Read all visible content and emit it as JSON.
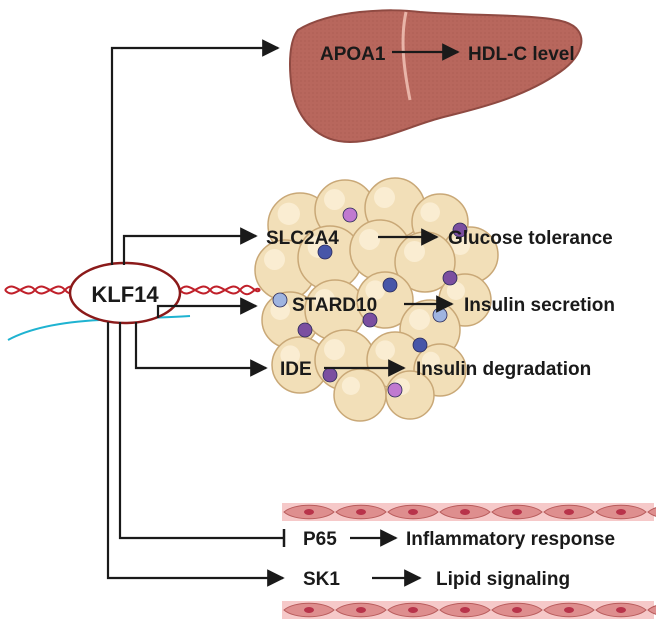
{
  "hub": {
    "label": "KLF14"
  },
  "liver": {
    "gene": "APOA1",
    "effect": "HDL-C level"
  },
  "adipose": {
    "pathways": [
      {
        "gene": "SLC2A4",
        "effect": "Glucose tolerance"
      },
      {
        "gene": "STARD10",
        "effect": "Insulin secretion"
      },
      {
        "gene": "IDE",
        "effect": "Insulin degradation"
      }
    ]
  },
  "vascular": {
    "pathways": [
      {
        "gene": "P65",
        "effect": "Inflammatory response",
        "regulation": "inhibition"
      },
      {
        "gene": "SK1",
        "effect": "Lipid signaling",
        "regulation": "activation"
      }
    ]
  },
  "colors": {
    "liver": "#b8675d",
    "adipocyte": "#f2dfb8",
    "immune_cell": "#7b4fa0",
    "endothelium": "#de8e8e",
    "dna": "#c0202a",
    "rna": "#1fb3d1",
    "arrow": "#1a1a1a"
  }
}
